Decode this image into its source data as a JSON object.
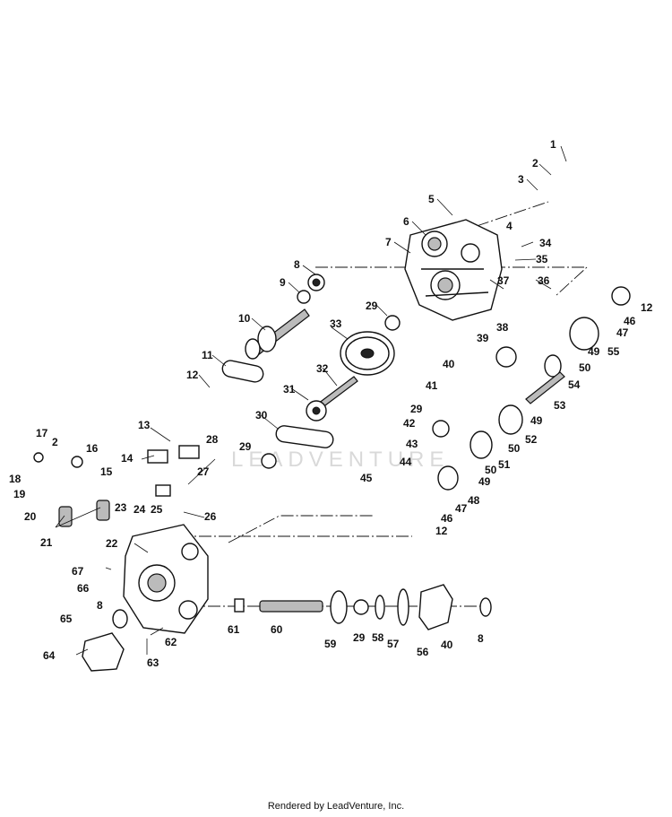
{
  "watermark": "LEADVENTURE",
  "footer": "Rendered by LeadVenture, Inc.",
  "callouts": [
    "1",
    "2",
    "3",
    "4",
    "5",
    "6",
    "7",
    "8",
    "9",
    "10",
    "11",
    "12",
    "12",
    "12",
    "13",
    "14",
    "15",
    "16",
    "17",
    "2",
    "18",
    "19",
    "20",
    "21",
    "22",
    "23",
    "24",
    "25",
    "26",
    "27",
    "28",
    "29",
    "29",
    "29",
    "29",
    "30",
    "31",
    "32",
    "33",
    "34",
    "35",
    "36",
    "37",
    "38",
    "39",
    "40",
    "40",
    "41",
    "42",
    "43",
    "44",
    "45",
    "46",
    "46",
    "47",
    "47",
    "48",
    "49",
    "49",
    "49",
    "50",
    "50",
    "50",
    "51",
    "52",
    "53",
    "54",
    "55",
    "56",
    "57",
    "58",
    "59",
    "60",
    "61",
    "62",
    "63",
    "64",
    "65",
    "66",
    "67",
    "8",
    "8"
  ]
}
